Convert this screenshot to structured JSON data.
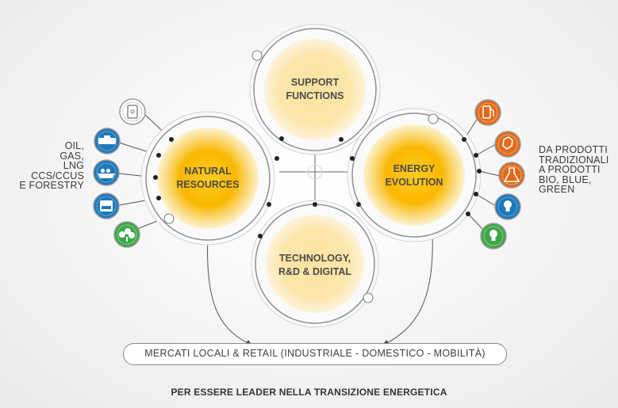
{
  "hubs": {
    "support": [
      "SUPPORT",
      "FUNCTIONS"
    ],
    "natural": [
      "NATURAL",
      "RESOURCES"
    ],
    "energy": [
      "ENERGY",
      "EVOLUTION"
    ],
    "technology": [
      "TECHNOLOGY,",
      "R&D & DIGITAL"
    ]
  },
  "left_list": [
    "OIL,",
    "GAS,",
    "LNG",
    "CCS/CCUS",
    "E FORESTRY"
  ],
  "right_list": [
    "DA PRODOTTI",
    "TRADIZIONALI",
    "A PRODOTTI",
    "BIO, BLUE,",
    "GREEN"
  ],
  "market_label": "MERCATI LOCALI & RETAIL (INDUSTRIALE - DOMESTICO - MOBILITÀ)",
  "footer": "PER ESSERE LEADER NELLA TRANSIZIONE ENERGETICA",
  "left_icons": [
    {
      "icon": "document-icon",
      "color": "#ffffff"
    },
    {
      "icon": "pipeline-icon",
      "color": "#1f78b8"
    },
    {
      "icon": "lng-ship-icon",
      "color": "#1f78b8"
    },
    {
      "icon": "ccs-tank-icon",
      "color": "#1f78b8"
    },
    {
      "icon": "forest-icon",
      "color": "#3fa648"
    }
  ],
  "right_icons": [
    {
      "icon": "fuel-pump-icon",
      "color": "#e06a1c"
    },
    {
      "icon": "chemical-molecule-icon",
      "color": "#e06a1c"
    },
    {
      "icon": "lab-flask-icon",
      "color": "#e06a1c"
    },
    {
      "icon": "blue-lightbulb-icon",
      "color": "#1f78b8"
    },
    {
      "icon": "green-lightbulb-icon",
      "color": "#3fa648"
    }
  ],
  "colors": {
    "hub_core": "#f7b500",
    "hub_glow": "#fde7a3",
    "blue": "#1f78b8",
    "orange": "#e06a1c",
    "green": "#3fa648"
  }
}
